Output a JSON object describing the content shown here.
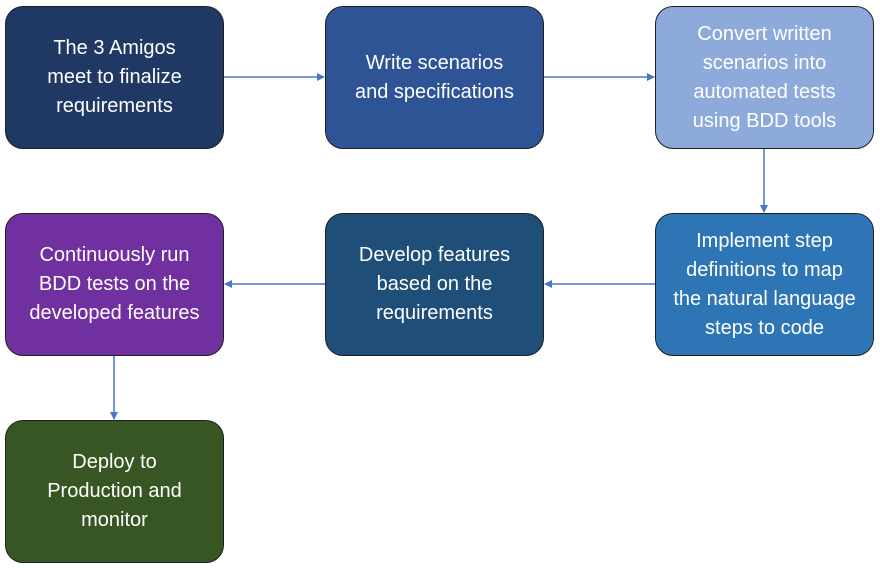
{
  "colors": {
    "arrow": "#4a76c7",
    "border": "#1f1f1f",
    "text": "#ffffff"
  },
  "steps": [
    {
      "label": "The 3 Amigos meet to finalize requirements",
      "color": "#1f3864"
    },
    {
      "label": "Write scenarios and specifications",
      "color": "#2f5496"
    },
    {
      "label": "Convert written scenarios into automated tests using BDD tools",
      "color": "#8eaadb"
    },
    {
      "label": "Implement step definitions to map the natural language steps to code",
      "color": "#2e75b6"
    },
    {
      "label": "Develop features based on the requirements",
      "color": "#1f4e79"
    },
    {
      "label": "Continuously run BDD tests on the developed features",
      "color": "#7030a0"
    },
    {
      "label": "Deploy to Production and monitor",
      "color": "#375623"
    }
  ]
}
